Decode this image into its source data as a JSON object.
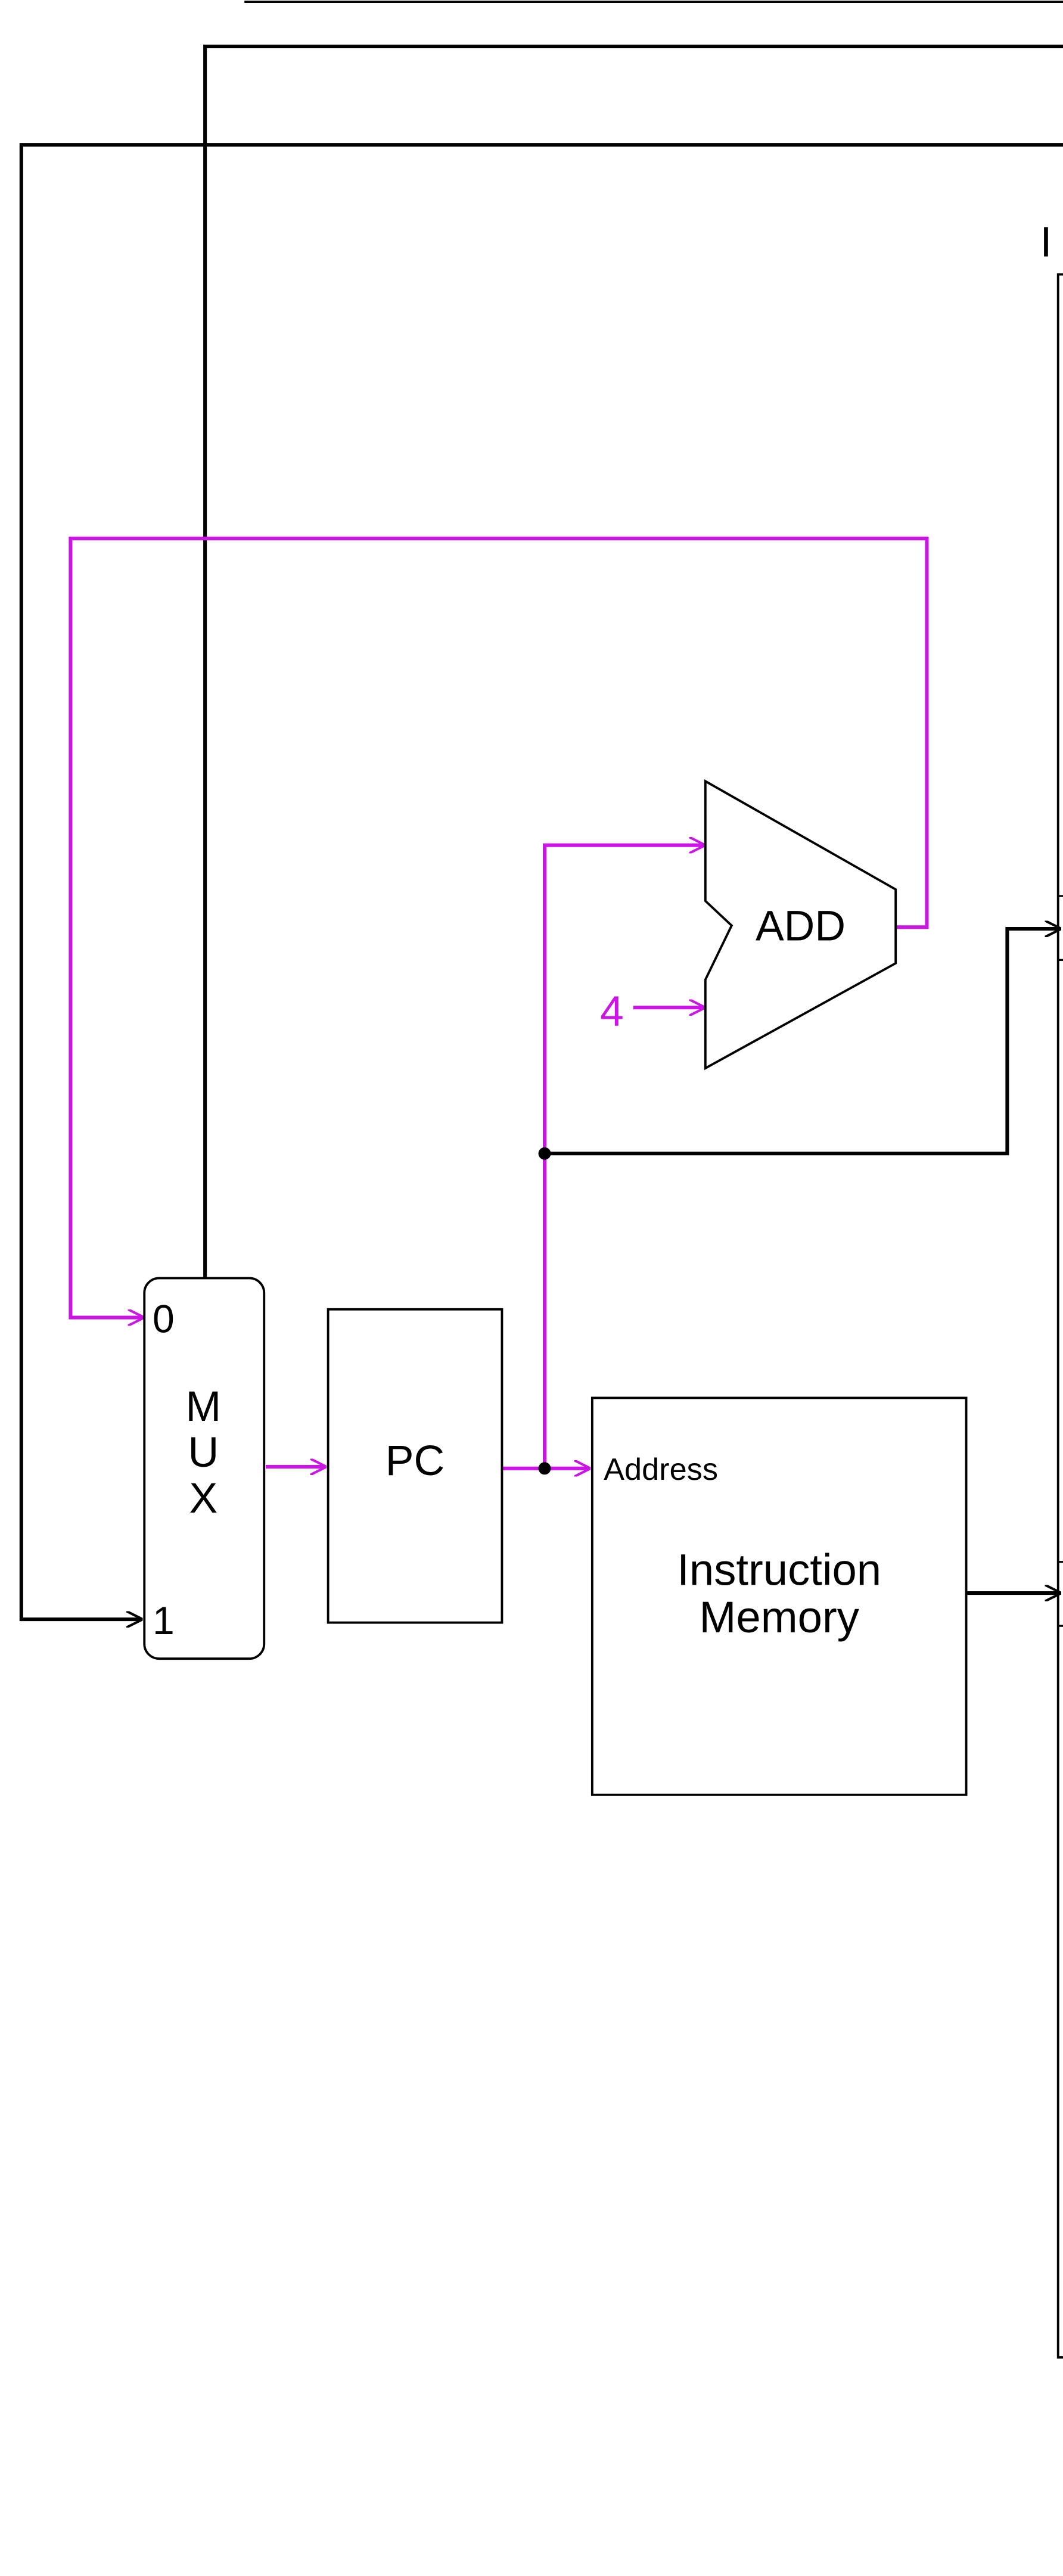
{
  "colors": {
    "background": "#ffffff",
    "wire": "#000000",
    "pc_path": "#cc14e6"
  },
  "labels": {
    "add": "ADD",
    "constant_four": "4",
    "pc": "PC",
    "address": "Address",
    "instruction_memory_line1": "Instruction",
    "instruction_memory_line2": "Memory",
    "mux_letter_1": "M",
    "mux_letter_2": "U",
    "mux_letter_3": "X",
    "mux_input_0": "0",
    "mux_input_1": "1",
    "partial_label_right": "I"
  }
}
